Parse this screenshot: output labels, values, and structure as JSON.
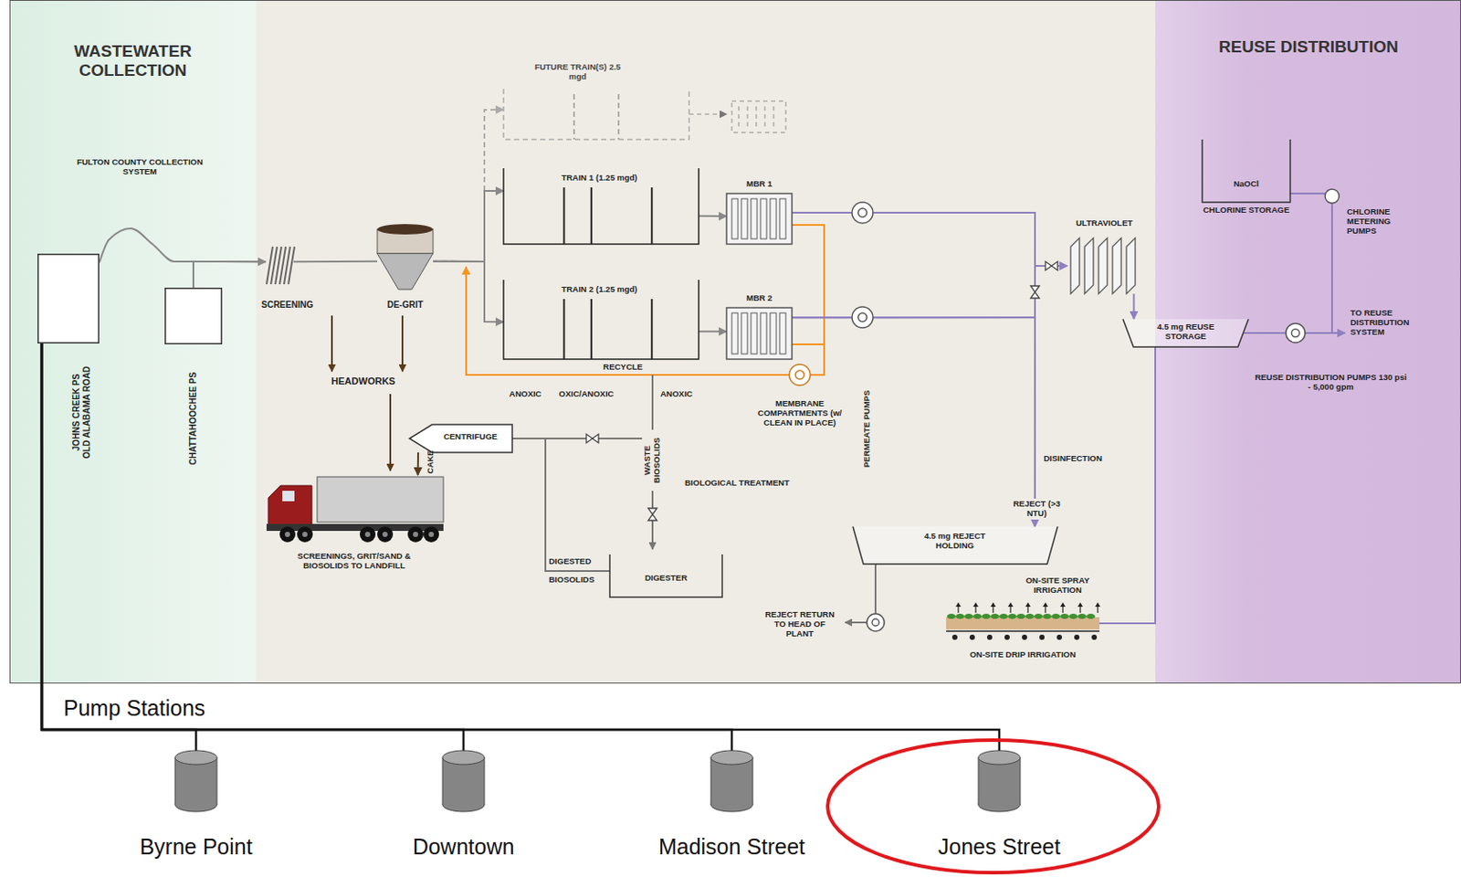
{
  "diagram": {
    "nodes": [
      {
        "text": [
          "WASTEWATER COLLECTION"
        ]
      },
      {
        "text": [
          "REUSE DISTRIBUTION"
        ]
      },
      {
        "text": [
          "JOHNS CREEK PS OLD ALABAMA ROAD"
        ],
        "in": 0
      },
      {
        "text": [
          "CHATTAHOOCHEE PS"
        ],
        "in": 0
      },
      {
        "text": [
          "SCREENING"
        ]
      },
      {
        "text": [
          "DE-GRIT"
        ]
      },
      {
        "text": [
          "FUTURE TRAIN(S) 2.5 mgd"
        ]
      },
      {
        "text": [
          "TRAIN 1 (1.25 mgd)"
        ]
      },
      {
        "text": [
          "TRAIN 2 (1.25 mgd)"
        ]
      },
      {
        "text": [
          "MBR 1"
        ]
      },
      {
        "text": [
          "MBR 2"
        ]
      },
      {
        "text": [
          "ULTRAVIOLET"
        ]
      },
      {
        "text": [
          "NaOCl",
          "CHLORINE STORAGE"
        ],
        "in": 1
      },
      {
        "text": [
          "4.5 mg REUSE STORAGE"
        ]
      },
      {
        "text": [
          "CENTRIFUGE"
        ]
      },
      {
        "text": [
          "SCREENINGS, GRIT/SAND & BIOSOLIDS TO LANDFILL"
        ]
      },
      {
        "text": [
          "DIGESTER"
        ]
      },
      {
        "text": [
          "4.5 mg REJECT HOLDING"
        ]
      },
      {
        "text": [
          "ON-SITE SPRAY IRRIGATION",
          "ON-SITE DRIP IRRIGATION"
        ]
      },
      {
        "text": [
          "Byrne Point"
        ]
      },
      {
        "text": [
          "Downtown"
        ]
      },
      {
        "text": [
          "Madison Street"
        ]
      },
      {
        "text": [
          "Jones Street"
        ]
      }
    ],
    "edges": [
      {
        "from": 2,
        "to": 4,
        "arrow": "none"
      },
      {
        "from": 3,
        "to": 4,
        "arrow": "to"
      },
      {
        "from": 4,
        "to": 5,
        "arrow": "none"
      },
      {
        "from": 5,
        "to": 6,
        "arrow": "to"
      },
      {
        "from": 5,
        "to": 7,
        "arrow": "to"
      },
      {
        "from": 5,
        "to": 8,
        "arrow": "to"
      },
      {
        "from": 7,
        "to": 9,
        "arrow": "to"
      },
      {
        "from": 8,
        "to": 10,
        "arrow": "to"
      },
      {
        "from": 9,
        "to": 11,
        "arrow": "to"
      },
      {
        "from": 10,
        "to": 11,
        "arrow": "to"
      },
      {
        "from": 9,
        "to": 17,
        "arrow": "to"
      },
      {
        "from": 10,
        "to": 17,
        "arrow": "to"
      },
      {
        "from": 11,
        "to": 13,
        "arrow": "to"
      },
      {
        "from": 13,
        "to": 18,
        "arrow": "none"
      },
      {
        "from": 14,
        "to": 15,
        "arrow": "to"
      },
      {
        "from": 16,
        "to": 14,
        "arrow": "none"
      },
      {
        "from": 19,
        "to": 2,
        "arrow": "none"
      },
      {
        "from": 20,
        "to": 2,
        "arrow": "none"
      },
      {
        "from": 21,
        "to": 2,
        "arrow": "none"
      },
      {
        "from": 22,
        "to": 2,
        "arrow": "none"
      }
    ],
    "labels": [
      "FULTON COUNTY COLLECTION SYSTEM",
      "HEADWORKS",
      "RECYCLE",
      "ANOXIC",
      "OXIC/ANOXIC",
      "ANOXIC",
      "MEMBRANE COMPARTMENTS (w/ CLEAN IN PLACE)",
      "PERMEATE PUMPS",
      "WASTE BIOSOLIDS",
      "CAKE",
      "BIOLOGICAL TREATMENT",
      "DIGESTED",
      "BIOSOLIDS",
      "DISINFECTION",
      "REJECT (>3 NTU)",
      "REJECT RETURN TO HEAD OF PLANT",
      "CHLORINE METERING PUMPS",
      "TO REUSE DISTRIBUTION SYSTEM",
      "REUSE DISTRIBUTION PUMPS 130 psi - 5,000 gpm",
      "Pump Stations"
    ]
  }
}
